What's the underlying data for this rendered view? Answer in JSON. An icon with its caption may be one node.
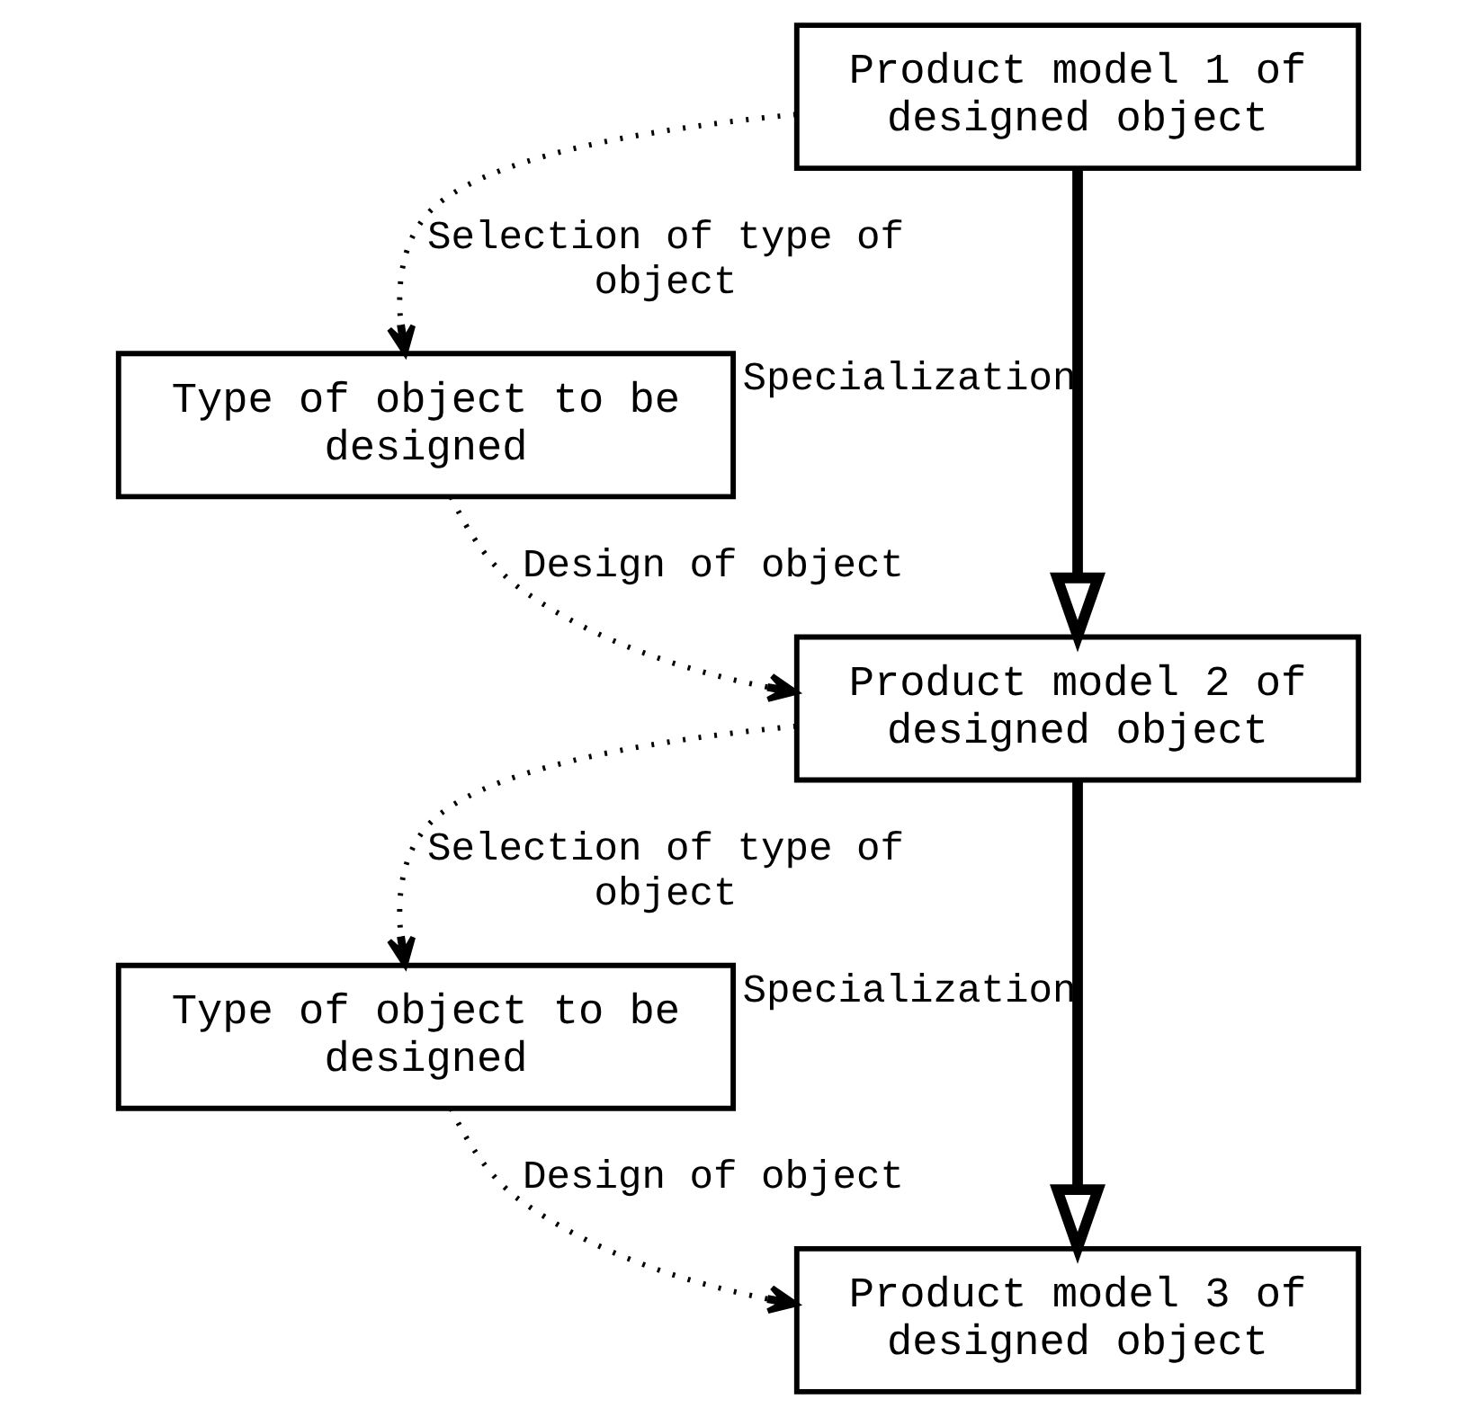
{
  "diagram": {
    "nodes": [
      {
        "text": [
          "Product model 1 of designed object"
        ]
      },
      {
        "text": [
          "Type of object to be designed"
        ]
      },
      {
        "text": [
          "Product model 2 of designed object"
        ]
      },
      {
        "text": [
          "Type of object to be designed"
        ]
      },
      {
        "text": [
          "Product model 3 of designed object"
        ]
      }
    ],
    "edges": [
      {
        "from": 0,
        "to": 2,
        "arrow": "to",
        "label": "Specialization",
        "style": "thick"
      },
      {
        "from": 0,
        "to": 1,
        "arrow": "to",
        "label": "Selection of type of object",
        "style": "dashed"
      },
      {
        "from": 1,
        "to": 2,
        "arrow": "to",
        "label": "Design of object",
        "style": "dashed"
      },
      {
        "from": 2,
        "to": 4,
        "arrow": "to",
        "label": "Specialization",
        "style": "thick"
      },
      {
        "from": 2,
        "to": 3,
        "arrow": "to",
        "label": "Selection of type of object",
        "style": "dashed"
      },
      {
        "from": 3,
        "to": 4,
        "arrow": "to",
        "label": "Design of object",
        "style": "dashed"
      }
    ]
  }
}
